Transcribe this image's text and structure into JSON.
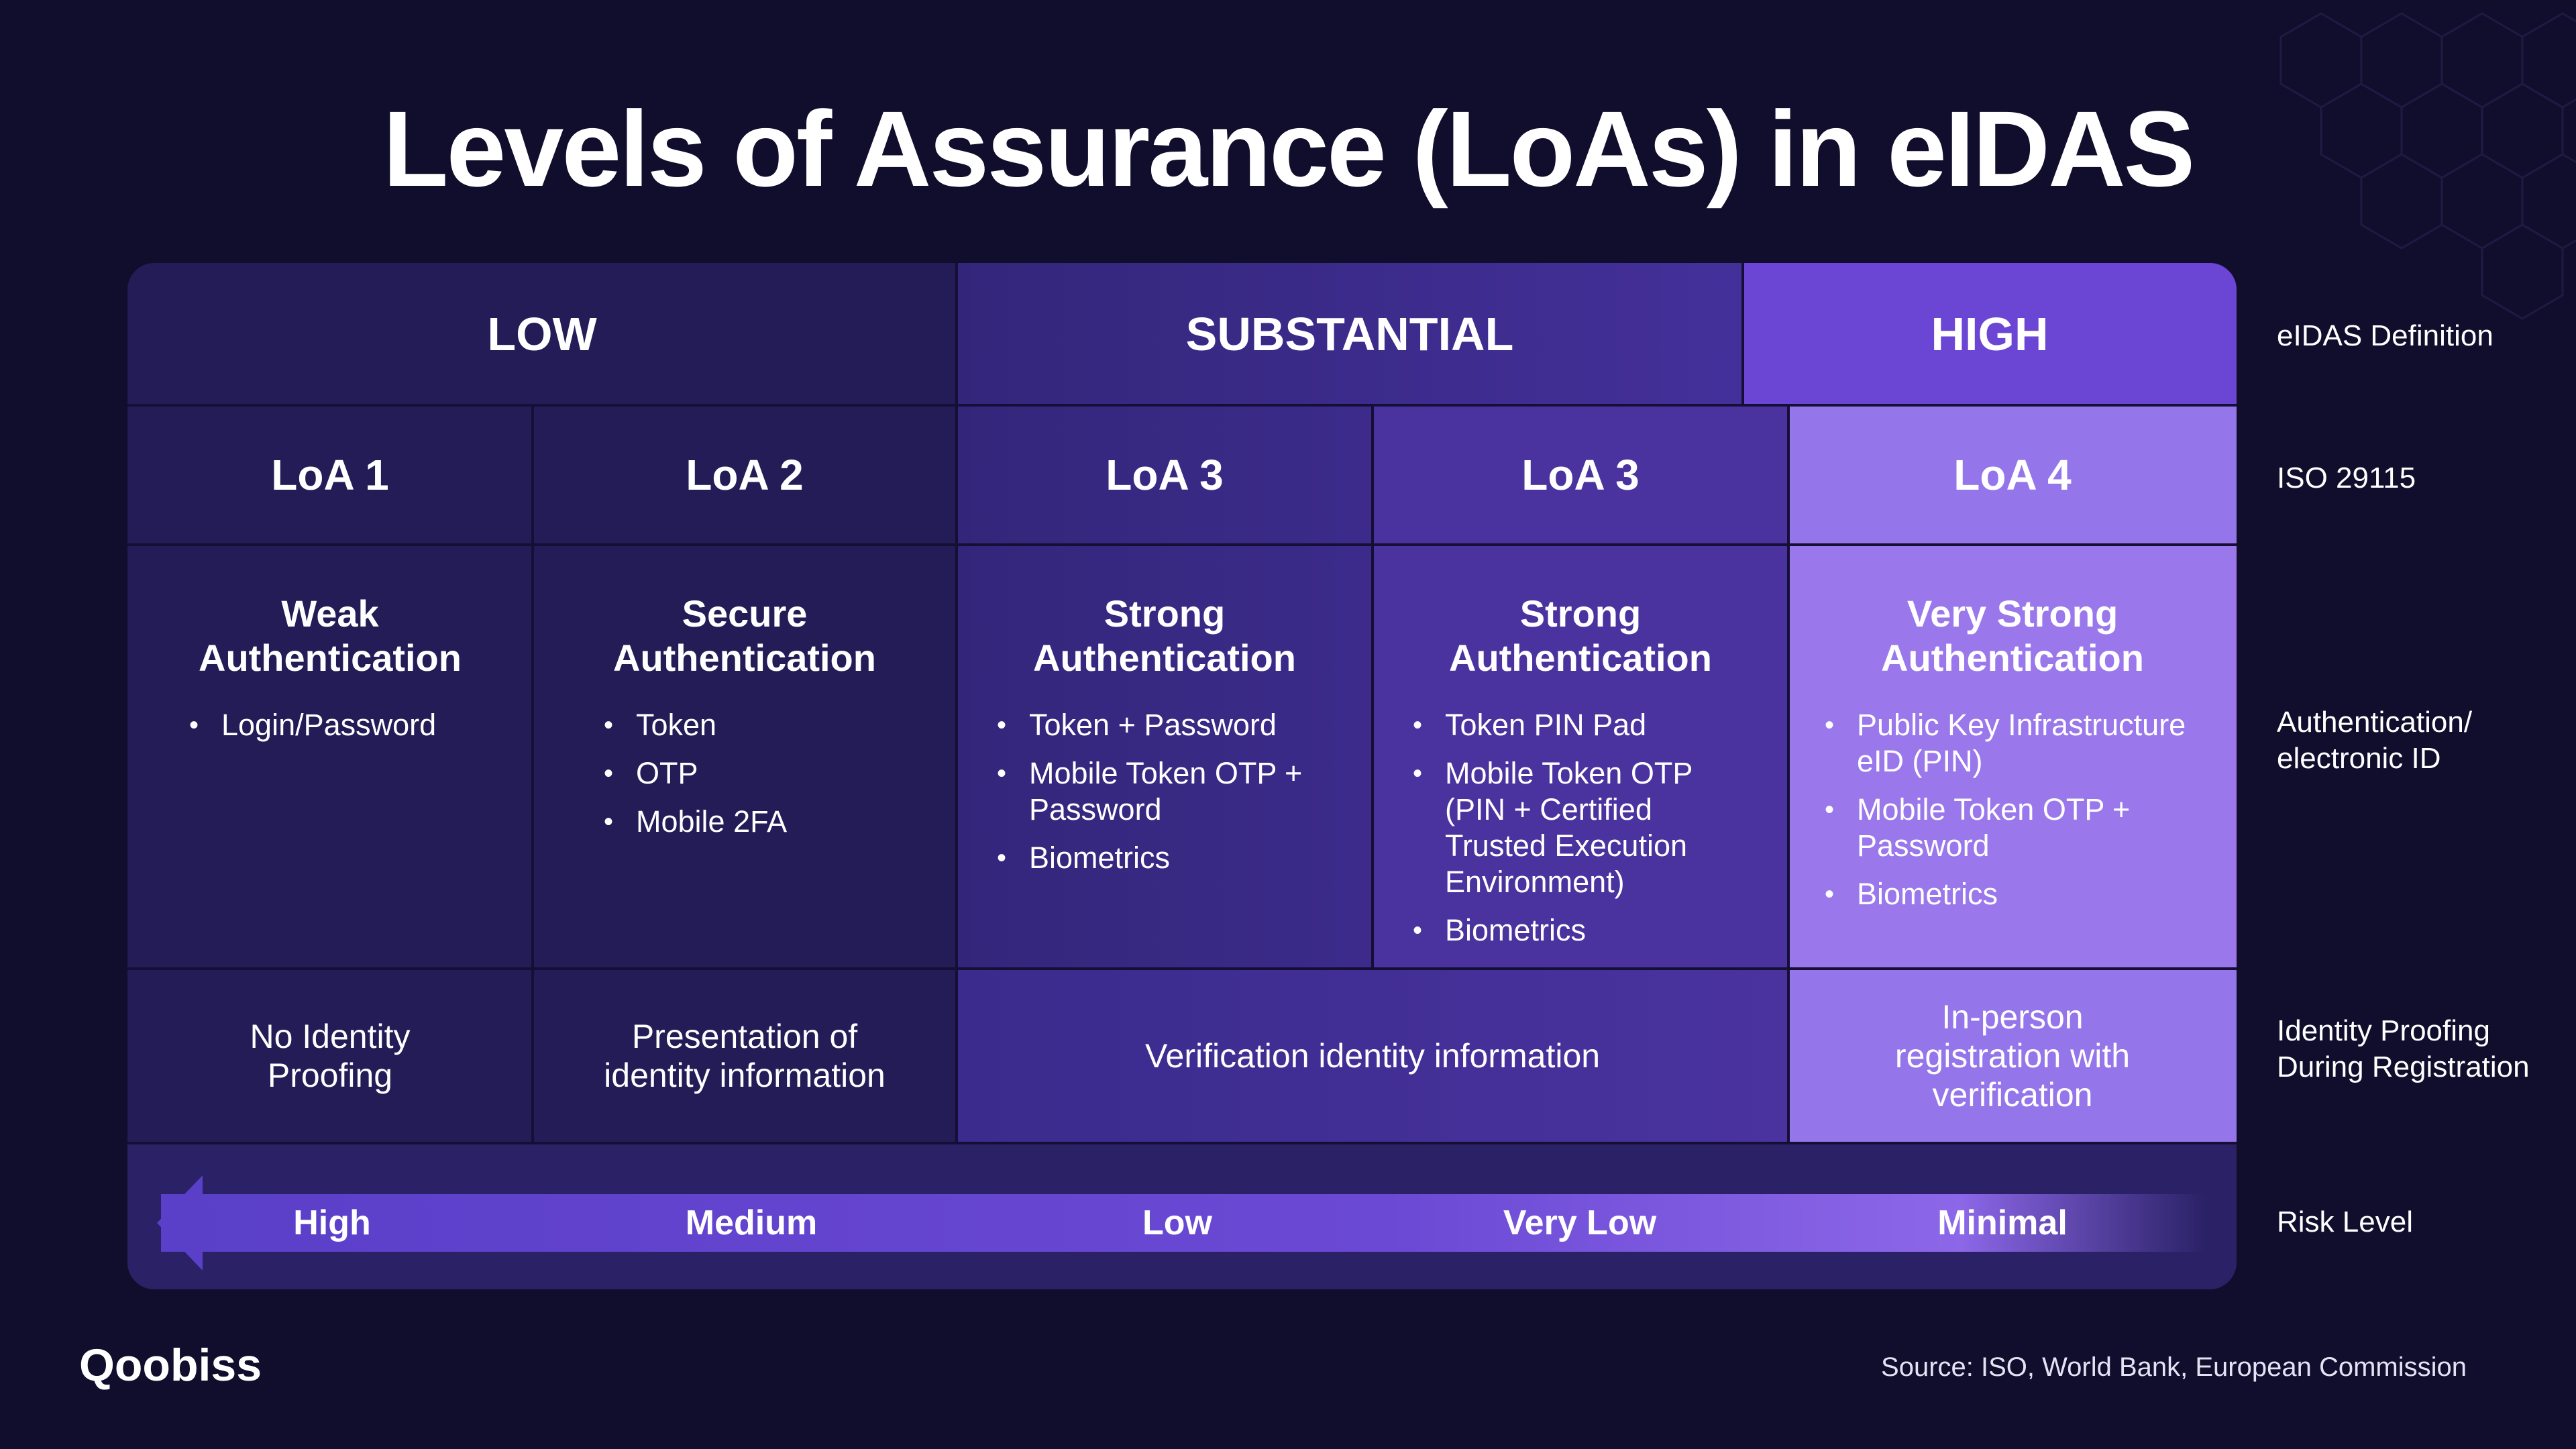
{
  "title": "Levels of Assurance (LoAs) in eIDAS",
  "levels": {
    "low": "LOW",
    "substantial": "SUBSTANTIAL",
    "high": "HIGH"
  },
  "loa": [
    "LoA 1",
    "LoA 2",
    "LoA 3",
    "LoA 3",
    "LoA 4"
  ],
  "auth": [
    {
      "title_l1": "Weak",
      "title_l2": "Authentication",
      "items": [
        "Login/Password"
      ]
    },
    {
      "title_l1": "Secure",
      "title_l2": "Authentication",
      "items": [
        "Token",
        "OTP",
        "Mobile 2FA"
      ]
    },
    {
      "title_l1": "Strong",
      "title_l2": "Authentication",
      "items": [
        "Token + Password",
        "Mobile Token OTP + Password",
        "Biometrics"
      ]
    },
    {
      "title_l1": "Strong",
      "title_l2": "Authentication",
      "items": [
        "Token PIN Pad",
        "Mobile Token OTP (PIN + Certified Trusted Execution Environment)",
        "Biometrics"
      ]
    },
    {
      "title_l1": "Very Strong",
      "title_l2": "Authentication",
      "items": [
        "Public Key Infrastructure eID (PIN)",
        "Mobile Token OTP + Password",
        "Biometrics"
      ]
    }
  ],
  "proofing": {
    "loa1_l1": "No Identity",
    "loa1_l2": "Proofing",
    "loa2_l1": "Presentation of",
    "loa2_l2": "identity information",
    "loa3": "Verification identity information",
    "loa4_l1": "In-person",
    "loa4_l2": "registration with",
    "loa4_l3": "verification"
  },
  "risk": [
    "High",
    "Medium",
    "Low",
    "Very Low",
    "Minimal"
  ],
  "side_labels": {
    "definition": "eIDAS Definition",
    "iso": "ISO 29115",
    "auth_l1": "Authentication/",
    "auth_l2": "electronic ID",
    "proof_l1": "Identity Proofing",
    "proof_l2": "During Registration",
    "risk": "Risk Level"
  },
  "logo": "Qoobiss",
  "source": "Source: ISO, World Bank, European Commission",
  "colors": {
    "background": "#110d2c",
    "low": "#231c57",
    "substantial": "#3a2b8c",
    "high": "#6f4bd8",
    "high_light": "#9b78ec"
  }
}
